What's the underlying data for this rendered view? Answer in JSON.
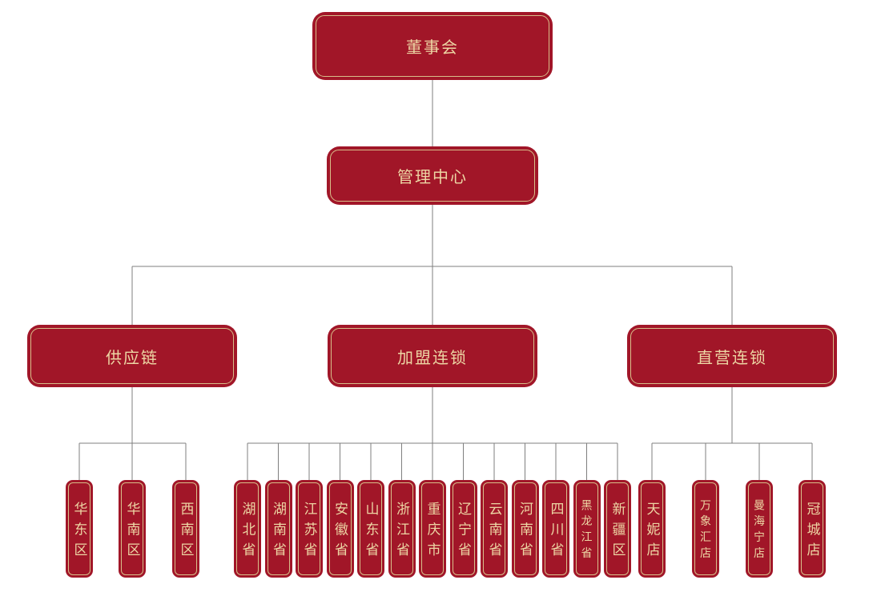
{
  "root": {
    "label": "董事会"
  },
  "center": {
    "label": "管理中心"
  },
  "branches": [
    {
      "label": "供应链",
      "children": [
        "华东区",
        "华南区",
        "西南区"
      ]
    },
    {
      "label": "加盟连锁",
      "children": [
        "湖北省",
        "湖南省",
        "江苏省",
        "安徽省",
        "山东省",
        "浙江省",
        "重庆市",
        "辽宁省",
        "云南省",
        "河南省",
        "四川省",
        "黑龙江省",
        "新疆区"
      ]
    },
    {
      "label": "直营连锁",
      "children": [
        "天妮店",
        "万象汇店",
        "曼海宁店",
        "冠城店"
      ]
    }
  ],
  "colors": {
    "box_fill": "#a11628",
    "inner_border_gold": "#d8be8a",
    "text_gold": "#edd6a4",
    "connector_gray": "#7f7f7f",
    "background": "#ffffff"
  }
}
